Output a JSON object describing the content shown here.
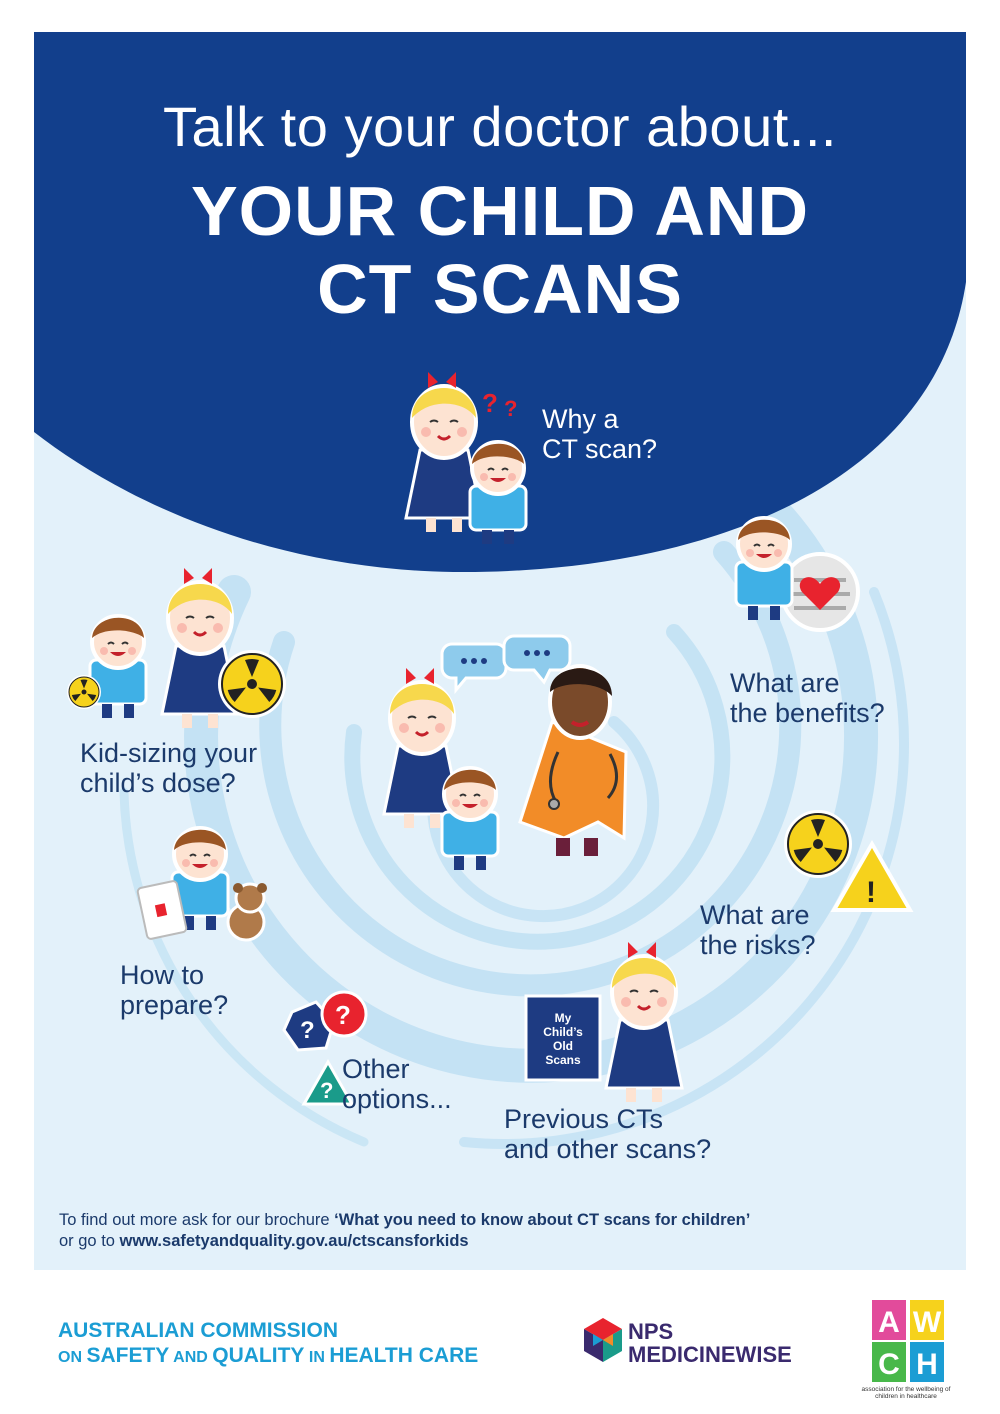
{
  "header": {
    "line1": "Talk to your doctor about...",
    "line2": "YOUR CHILD AND",
    "line3": "CT SCANS"
  },
  "topics": [
    {
      "line1": "Why a",
      "line2": "CT scan?"
    },
    {
      "line1": "What are",
      "line2": "the benefits?"
    },
    {
      "line1": "What are",
      "line2": "the risks?"
    },
    {
      "line1": "Previous CTs",
      "line2": "and other scans?"
    },
    {
      "line1": "Other",
      "line2": "options..."
    },
    {
      "line1": "How to",
      "line2": "prepare?"
    },
    {
      "line1": "Kid-sizing your",
      "line2": "child’s dose?"
    }
  ],
  "folder": {
    "line1": "My",
    "line2": "Child’s",
    "line3": "Old",
    "line4": "Scans"
  },
  "footer": {
    "prefix": "To find out more ask for our brochure ",
    "brochure": "‘What you need to know about CT scans for children’",
    "goto": "or go to ",
    "url": "www.safetyandquality.gov.au/ctscansforkids"
  },
  "logos": {
    "acsqhc_line1": "AUSTRALIAN COMMISSION",
    "acsqhc_on": "ON ",
    "acsqhc_safety": "SAFETY",
    "acsqhc_and": " AND ",
    "acsqhc_quality": "QUALITY",
    "acsqhc_in": " IN ",
    "acsqhc_hc": "HEALTH CARE",
    "nps_line1": "NPS",
    "nps_line2": "MEDICINEWISE",
    "awch_letters": [
      "A",
      "W",
      "C",
      "H"
    ],
    "awch_caption": "association for the wellbeing of children in healthcare"
  },
  "colors": {
    "navy": "#123f8c",
    "light_bg": "#e3f1fa",
    "text_navy": "#1b3a6b",
    "acsqhc_blue": "#1b9dd4",
    "nps_purple": "#3a2a6e",
    "radiation_yellow": "#f6d21c",
    "alert_red": "#e8232e",
    "child_shirt": "#3fb0e6",
    "doctor_orange": "#f28c28"
  },
  "icons": [
    "radiation-icon",
    "warning-icon",
    "question-icon",
    "heart-icon",
    "speech-bubble-icon",
    "stethoscope-icon",
    "teddy-bear-icon",
    "tablet-icon"
  ]
}
